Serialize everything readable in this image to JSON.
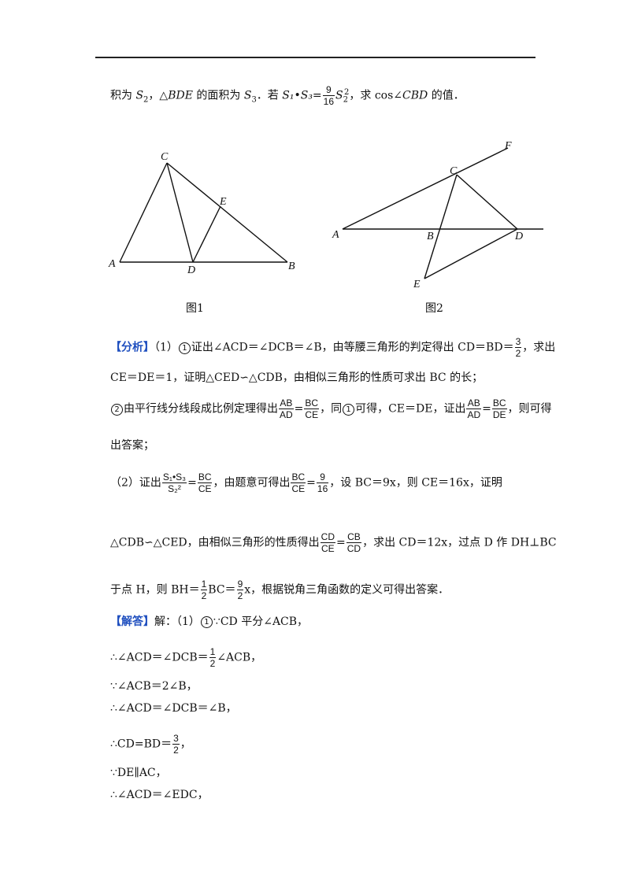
{
  "problem": {
    "l1_a": "积为 ",
    "l1_s2": "S",
    "l1_b": "，△",
    "l1_bde": "BDE",
    "l1_c": " 的面积为 ",
    "l1_s3": "S",
    "l1_d": "．若 ",
    "l1_s1s3": "S₁•S₃=",
    "l1_frac_num": "9",
    "l1_frac_den": "16",
    "l1_s2sq": "S",
    "l1_e": "，求 cos∠",
    "l1_cbd": "CBD",
    "l1_f": " 的值．"
  },
  "figures": {
    "fig1": {
      "caption": "图1",
      "labels": {
        "A": "A",
        "B": "B",
        "C": "C",
        "D": "D",
        "E": "E"
      }
    },
    "fig2": {
      "caption": "图2",
      "labels": {
        "A": "A",
        "B": "B",
        "C": "C",
        "D": "D",
        "E": "E",
        "F": "F"
      }
    }
  },
  "analysis": {
    "tag": "【分析】",
    "l1_a": "（1）",
    "circ1": "1",
    "l1_b": "证出∠ACD＝∠DCB＝∠B，由等腰三角形的判定得出 CD＝BD＝",
    "l1_num": "3",
    "l1_den": "2",
    "l1_c": "，求出",
    "l2": "CE＝DE＝1，证明△CED∽△CDB，由相似三角形的性质可求出 BC 的长；",
    "l3_circ": "2",
    "l3_a": "由平行线分线段成比例定理得出",
    "l3_f1n": "AB",
    "l3_f1d": "AD",
    "l3_eq1": "=",
    "l3_f2n": "BC",
    "l3_f2d": "CE",
    "l3_b": "，同",
    "l3_circ2": "1",
    "l3_c": "可得，CE＝DE，证出",
    "l3_f3n": "AB",
    "l3_f3d": "AD",
    "l3_eq2": "=",
    "l3_f4n": "BC",
    "l3_f4d": "DE",
    "l3_d": "，则可得",
    "l4": "出答案；",
    "l5_a": "（2）证出",
    "l5_f1n": "S₁•S₃",
    "l5_f1d": "S₂²",
    "l5_eq": "=",
    "l5_f2n": "BC",
    "l5_f2d": "CE",
    "l5_b": "，由题意可得出",
    "l5_f3n": "BC",
    "l5_f3d": "CE",
    "l5_eq2": "=",
    "l5_f4n": "9",
    "l5_f4d": "16",
    "l5_c": "，设 BC＝9x，则 CE＝16x，证明",
    "l6_a": "△CDB∽△CED，由相似三角形的性质得出",
    "l6_f1n": "CD",
    "l6_f1d": "CE",
    "l6_eq": "=",
    "l6_f2n": "CB",
    "l6_f2d": "CD",
    "l6_b": "，求出 CD＝12x，过点 D 作 DH⊥BC",
    "l7_a": "于点 H，则 BH＝",
    "l7_f1n": "1",
    "l7_f1d": "2",
    "l7_b": "BC＝",
    "l7_f2n": "9",
    "l7_f2d": "2",
    "l7_c": "x，根据锐角三角函数的定义可得出答案．"
  },
  "answer": {
    "tag": "【解答】",
    "l1_a": "解：（1）",
    "l1_circ": "1",
    "l1_b": "∵CD 平分∠ACB，",
    "l2_a": "∴∠ACD＝∠DCB＝",
    "l2_num": "1",
    "l2_den": "2",
    "l2_b": "∠ACB，",
    "l3": "∵∠ACB＝2∠B，",
    "l4": "∴∠ACD＝∠DCB＝∠B，",
    "l5_a": "∴CD=BD＝",
    "l5_num": "3",
    "l5_den": "2",
    "l5_b": "，",
    "l6": "∵DE∥AC，",
    "l7": "∴∠ACD＝∠EDC，"
  }
}
